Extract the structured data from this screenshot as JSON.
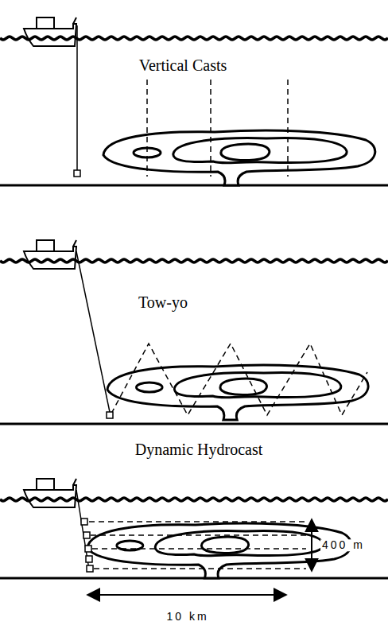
{
  "diagram": {
    "labels": [
      "Vertical Casts",
      "Tow-yo",
      "Dynamic Hydrocast",
      "400 m",
      "10 km"
    ]
  }
}
